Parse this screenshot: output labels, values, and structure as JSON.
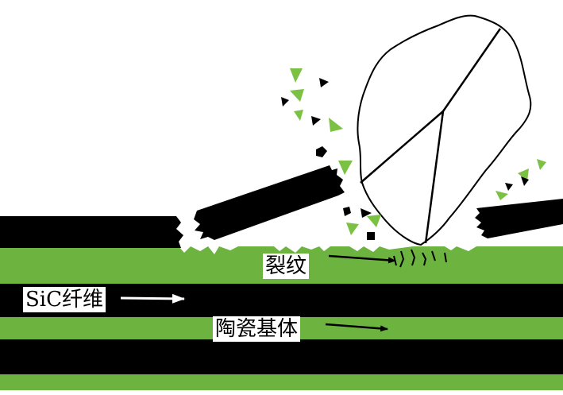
{
  "labels": {
    "crack": "裂纹",
    "sic_fiber": "SiC纤维",
    "ceramic_matrix": "陶瓷基体"
  },
  "colors": {
    "matrix_green": "#6DB33F",
    "fiber_black": "#000000",
    "debris_green": "#7BC143",
    "background": "#FFFFFF"
  }
}
